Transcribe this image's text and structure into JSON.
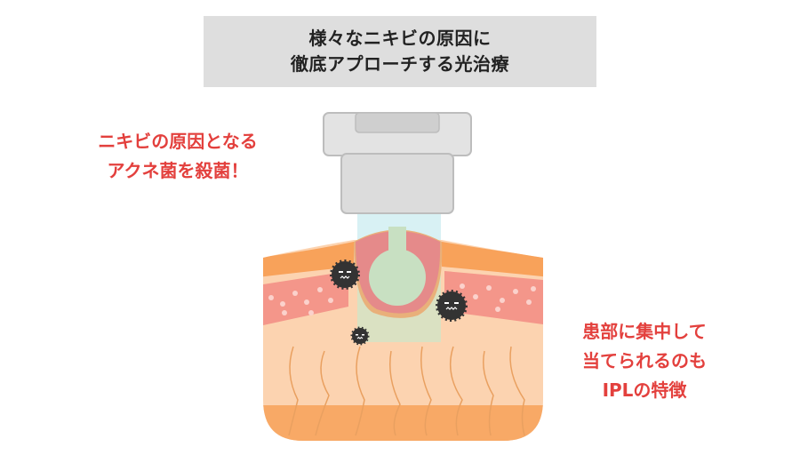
{
  "title": {
    "line1": "様々なニキビの原因に",
    "line2": "徹底アプローチする光治療"
  },
  "note_left": {
    "line1": "ニキビの原因となる",
    "line2": "アクネ菌を殺菌！"
  },
  "note_right": {
    "line1": "患部に集中して",
    "line2": "当てられるのも",
    "line3": "IPLの特徴"
  },
  "colors": {
    "accent_red": "#e3403d",
    "title_bg": "#dedede",
    "skin": "#fcd3b0",
    "skin_outer": "#f8a966"
  }
}
